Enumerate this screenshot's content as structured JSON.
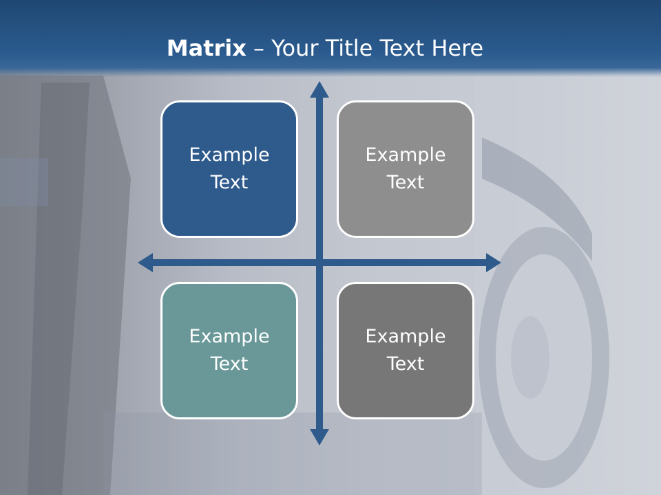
{
  "slide": {
    "title_bold": "Matrix",
    "title_rest": " – Your Title Text Here"
  },
  "matrix": {
    "cells": [
      {
        "label": "Example Text",
        "color": "#2e5a8c"
      },
      {
        "label": "Example Text",
        "color": "#8e8e8e"
      },
      {
        "label": "Example Text",
        "color": "#6a9898"
      },
      {
        "label": "Example Text",
        "color": "#777777"
      }
    ],
    "arrow_color": "#2e5a8c"
  }
}
